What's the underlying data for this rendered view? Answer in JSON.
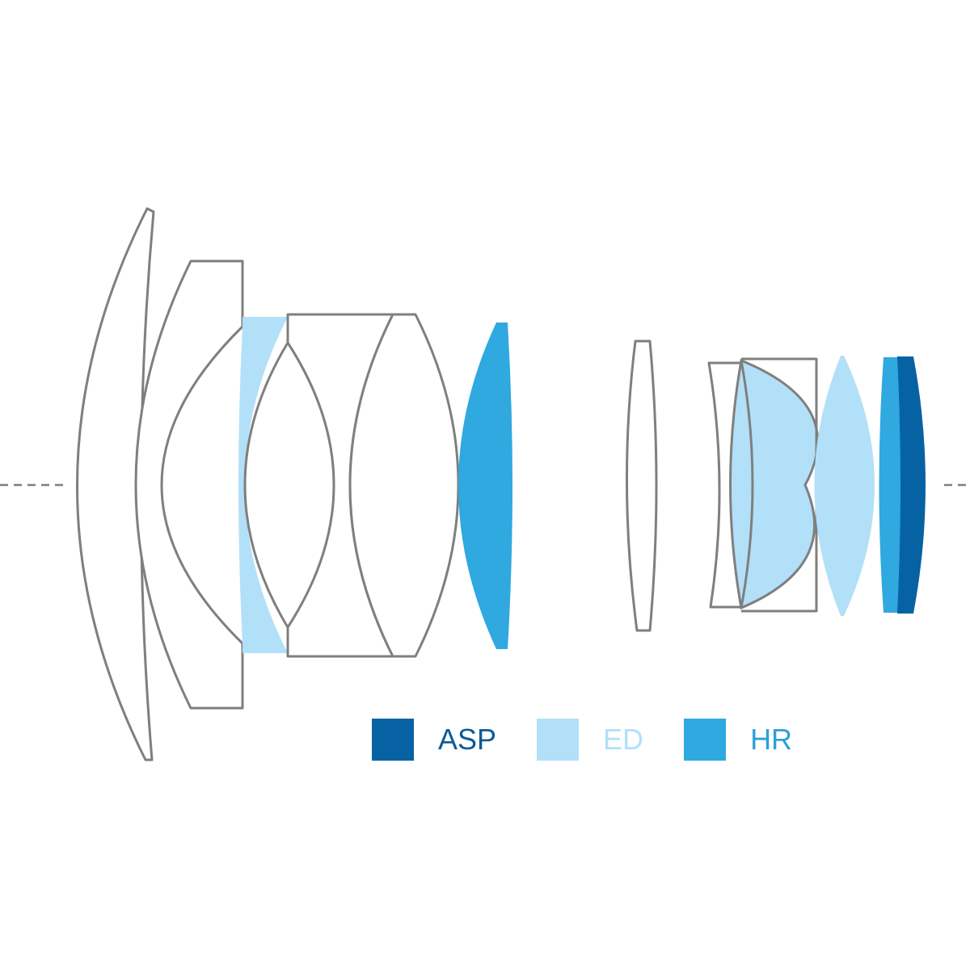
{
  "colors": {
    "asp": "#0762a3",
    "ed": "#b2e0f8",
    "hr": "#30a8e0",
    "outline": "#7f7f7f"
  },
  "legend": [
    {
      "key": "asp",
      "label": "ASP",
      "color": "#0762a3",
      "text_color": "#0a5b9a"
    },
    {
      "key": "ed",
      "label": "ED",
      "color": "#b2e0f8",
      "text_color": "#b2e0f8"
    },
    {
      "key": "hr",
      "label": "HR",
      "color": "#30a8e0",
      "text_color": "#2e9fd8"
    }
  ],
  "elements": [
    {
      "name": "front-meniscus",
      "type": "none"
    },
    {
      "name": "second-meniscus",
      "type": "none"
    },
    {
      "name": "ed-element-front",
      "type": "ED"
    },
    {
      "name": "biconvex-cemented",
      "type": "none"
    },
    {
      "name": "convex-element",
      "type": "none"
    },
    {
      "name": "hr-element-front",
      "type": "HR"
    },
    {
      "name": "thin-element",
      "type": "none"
    },
    {
      "name": "concave-element",
      "type": "none"
    },
    {
      "name": "ed-element-cemented",
      "type": "ED"
    },
    {
      "name": "cemented-block",
      "type": "none"
    },
    {
      "name": "ed-element-rear",
      "type": "ED"
    },
    {
      "name": "hr-element-rear",
      "type": "HR"
    },
    {
      "name": "asp-element-rear",
      "type": "ASP"
    }
  ]
}
